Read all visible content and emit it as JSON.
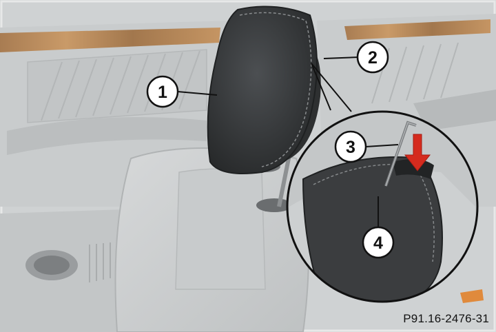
{
  "figure_reference": "P91.16-2476-31",
  "callouts": [
    {
      "number": "1"
    },
    {
      "number": "2"
    },
    {
      "number": "3"
    },
    {
      "number": "4"
    }
  ],
  "colors": {
    "background": "#ffffff",
    "interior": "#cfd2d3",
    "headrest": "#3a3c3e",
    "wood_trim": "#b98a5c",
    "release_arrow": "#d52b1e"
  }
}
